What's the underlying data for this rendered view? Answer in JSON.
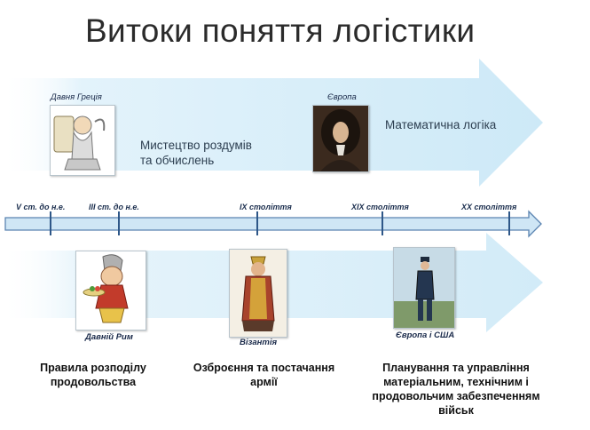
{
  "title": "Витоки поняття логістики",
  "top_items": [
    {
      "caption": "Давня Греція"
    },
    {
      "caption": "Європа"
    }
  ],
  "phrases": {
    "art": "Мистецтво роздумів та обчислень",
    "logic": "Математична логіка"
  },
  "timeline": {
    "ticks": [
      {
        "label": "V ст. до н.е."
      },
      {
        "label": "III ст. до н.е."
      },
      {
        "label": "IX століття"
      },
      {
        "label": "XIX століття"
      },
      {
        "label": "XX століття"
      }
    ]
  },
  "bottom_items": [
    {
      "caption": "Давній Рим",
      "description": "Правила розподілу продовольства"
    },
    {
      "caption": "Візантія",
      "description": "Озброєння та постачання армії"
    },
    {
      "caption": "Європа і США",
      "description": "Планування та управління матеріальним, технічним і продовольчим забезпеченням військ"
    }
  ],
  "colors": {
    "arrow_fill": "#d6eef9",
    "timeline_fill": "#cfe6f5",
    "timeline_stroke": "#5b84b1",
    "tick": "#2e5788"
  }
}
